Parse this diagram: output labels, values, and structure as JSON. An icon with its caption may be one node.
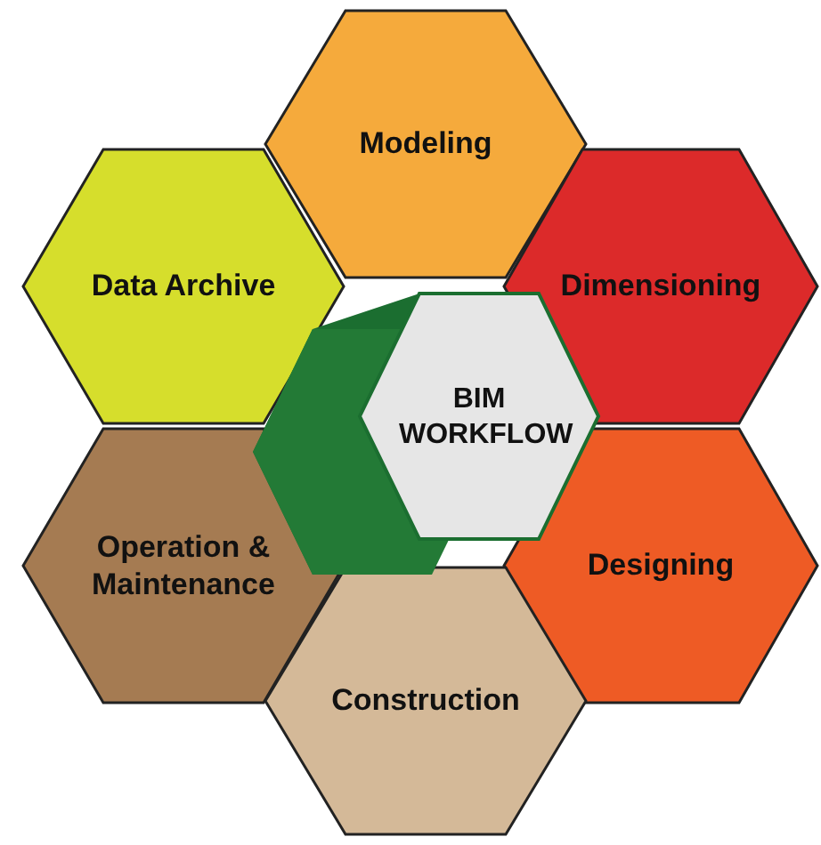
{
  "diagram": {
    "nodes": [
      {
        "text": [
          "Modeling"
        ]
      },
      {
        "text": [
          "Data Archive"
        ]
      },
      {
        "text": [
          "Dimensioning"
        ]
      },
      {
        "text": [
          "BIM WORKFLOW"
        ]
      },
      {
        "text": [
          "Operation & Maintenance"
        ]
      },
      {
        "text": [
          "Designing"
        ]
      },
      {
        "text": [
          "Construction"
        ]
      }
    ],
    "edges": []
  }
}
